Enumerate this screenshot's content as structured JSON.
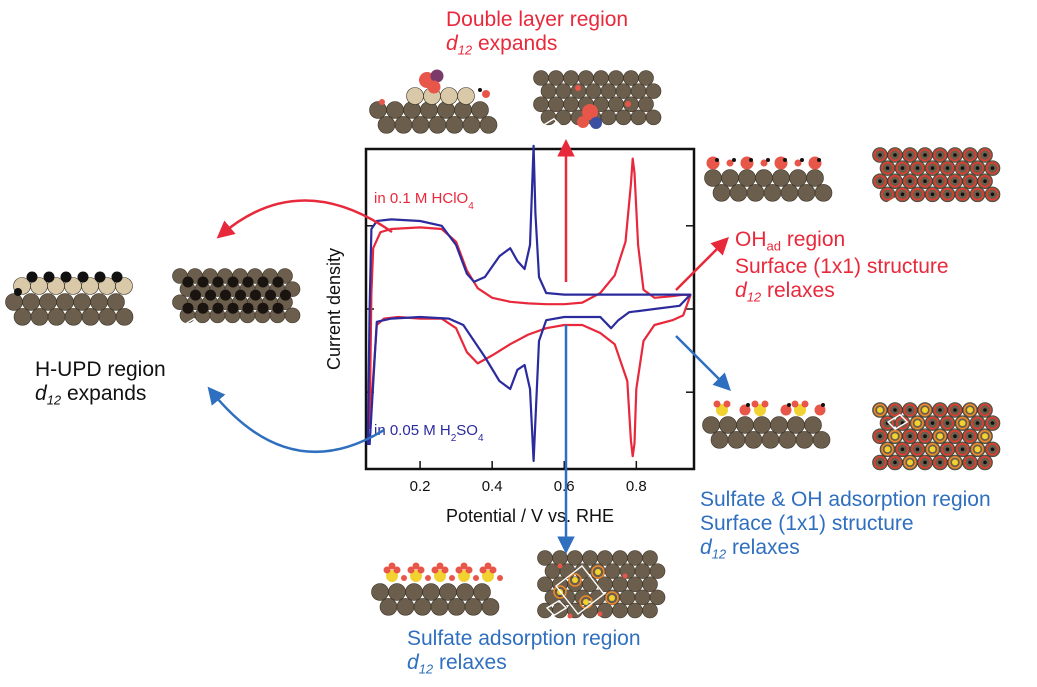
{
  "colors": {
    "red": "#e8283b",
    "blue": "#2f6fbf",
    "navy": "#2b2b9e",
    "atom": "#6b5e4c",
    "atom_light": "#d9c9a8",
    "oxygen": "#e8564a",
    "sulfur": "#f2d230",
    "hydrogen": "#111111"
  },
  "chart_data": {
    "type": "line",
    "xlabel": "Potential / V vs. RHE",
    "ylabel": "Current density",
    "xlim": [
      0.05,
      0.96
    ],
    "ylim": [
      -1.0,
      1.0
    ],
    "xticks": [
      0.2,
      0.4,
      0.6,
      0.8
    ],
    "xtick_labels": [
      "0.2",
      "0.4",
      "0.6",
      "0.8"
    ],
    "yticks_unlabeled": [
      -0.52,
      0.0,
      0.52
    ],
    "series": [
      {
        "name_parts": [
          "in 0.1 M HClO",
          "4"
        ],
        "color": "#e8283b",
        "anodic": [
          [
            0.06,
            -0.75
          ],
          [
            0.065,
            0.1
          ],
          [
            0.07,
            0.38
          ],
          [
            0.09,
            0.48
          ],
          [
            0.12,
            0.5
          ],
          [
            0.2,
            0.51
          ],
          [
            0.26,
            0.5
          ],
          [
            0.3,
            0.42
          ],
          [
            0.33,
            0.24
          ],
          [
            0.36,
            0.13
          ],
          [
            0.4,
            0.07
          ],
          [
            0.45,
            0.045
          ],
          [
            0.5,
            0.035
          ],
          [
            0.55,
            0.03
          ],
          [
            0.6,
            0.03
          ],
          [
            0.65,
            0.04
          ],
          [
            0.7,
            0.1
          ],
          [
            0.74,
            0.21
          ],
          [
            0.77,
            0.42
          ],
          [
            0.785,
            0.78
          ],
          [
            0.79,
            0.94
          ],
          [
            0.795,
            0.85
          ],
          [
            0.805,
            0.4
          ],
          [
            0.82,
            0.12
          ],
          [
            0.85,
            0.07
          ],
          [
            0.9,
            0.08
          ],
          [
            0.93,
            0.09
          ],
          [
            0.95,
            0.085
          ]
        ],
        "cathodic": [
          [
            0.95,
            0.085
          ],
          [
            0.93,
            -0.04
          ],
          [
            0.9,
            -0.07
          ],
          [
            0.85,
            -0.1
          ],
          [
            0.82,
            -0.2
          ],
          [
            0.8,
            -0.5
          ],
          [
            0.795,
            -0.84
          ],
          [
            0.79,
            -0.92
          ],
          [
            0.785,
            -0.82
          ],
          [
            0.775,
            -0.45
          ],
          [
            0.74,
            -0.22
          ],
          [
            0.7,
            -0.15
          ],
          [
            0.65,
            -0.1
          ],
          [
            0.6,
            -0.1
          ],
          [
            0.55,
            -0.12
          ],
          [
            0.5,
            -0.16
          ],
          [
            0.45,
            -0.22
          ],
          [
            0.4,
            -0.29
          ],
          [
            0.36,
            -0.34
          ],
          [
            0.33,
            -0.27
          ],
          [
            0.3,
            -0.12
          ],
          [
            0.26,
            -0.06
          ],
          [
            0.2,
            -0.06
          ],
          [
            0.14,
            -0.05
          ],
          [
            0.1,
            -0.06
          ],
          [
            0.08,
            -0.1
          ],
          [
            0.06,
            -0.75
          ]
        ]
      },
      {
        "name_parts": [
          "in 0.05 M H",
          "2",
          "SO",
          "4"
        ],
        "color": "#2b2b9e",
        "anodic": [
          [
            0.055,
            -0.85
          ],
          [
            0.06,
            0.0
          ],
          [
            0.065,
            0.5
          ],
          [
            0.08,
            0.55
          ],
          [
            0.12,
            0.56
          ],
          [
            0.2,
            0.55
          ],
          [
            0.26,
            0.52
          ],
          [
            0.3,
            0.4
          ],
          [
            0.33,
            0.22
          ],
          [
            0.35,
            0.17
          ],
          [
            0.38,
            0.2
          ],
          [
            0.42,
            0.33
          ],
          [
            0.45,
            0.38
          ],
          [
            0.47,
            0.3
          ],
          [
            0.49,
            0.25
          ],
          [
            0.505,
            0.4
          ],
          [
            0.515,
            1.02
          ],
          [
            0.52,
            0.6
          ],
          [
            0.53,
            0.2
          ],
          [
            0.55,
            0.1
          ],
          [
            0.6,
            0.09
          ],
          [
            0.65,
            0.09
          ],
          [
            0.7,
            0.09
          ],
          [
            0.75,
            0.09
          ],
          [
            0.8,
            0.09
          ],
          [
            0.85,
            0.09
          ],
          [
            0.9,
            0.09
          ],
          [
            0.95,
            0.09
          ]
        ],
        "cathodic": [
          [
            0.95,
            0.09
          ],
          [
            0.92,
            0.02
          ],
          [
            0.85,
            0.0
          ],
          [
            0.78,
            -0.02
          ],
          [
            0.75,
            -0.07
          ],
          [
            0.73,
            -0.12
          ],
          [
            0.7,
            -0.05
          ],
          [
            0.65,
            -0.05
          ],
          [
            0.6,
            -0.05
          ],
          [
            0.55,
            -0.07
          ],
          [
            0.53,
            -0.2
          ],
          [
            0.515,
            -0.95
          ],
          [
            0.505,
            -0.5
          ],
          [
            0.49,
            -0.35
          ],
          [
            0.47,
            -0.38
          ],
          [
            0.45,
            -0.5
          ],
          [
            0.42,
            -0.45
          ],
          [
            0.38,
            -0.3
          ],
          [
            0.35,
            -0.2
          ],
          [
            0.32,
            -0.1
          ],
          [
            0.28,
            -0.06
          ],
          [
            0.2,
            -0.05
          ],
          [
            0.12,
            -0.06
          ],
          [
            0.08,
            -0.08
          ],
          [
            0.06,
            -0.85
          ]
        ]
      }
    ]
  },
  "labels": {
    "double_layer": {
      "title": "Double layer region",
      "d": "d",
      "sub": "12",
      "rest": " expands"
    },
    "oh_region": {
      "line1_main": "OH",
      "line1_sub": "ad",
      "line1_rest": " region",
      "line2": "Surface (1x1) structure",
      "d": "d",
      "sub": "12",
      "rest": " relaxes"
    },
    "hupd_region": {
      "title": "H-UPD region",
      "d": "d",
      "sub": "12",
      "rest": " expands"
    },
    "sulfate_oh_region": {
      "line1": "Sulfate & OH adsorption region",
      "line2": "Surface (1x1) structure",
      "d": "d",
      "sub": "12",
      "rest": " relaxes"
    },
    "sulfate_region": {
      "title": "Sulfate adsorption region",
      "d": "d",
      "sub": "12",
      "rest": " relaxes"
    }
  }
}
